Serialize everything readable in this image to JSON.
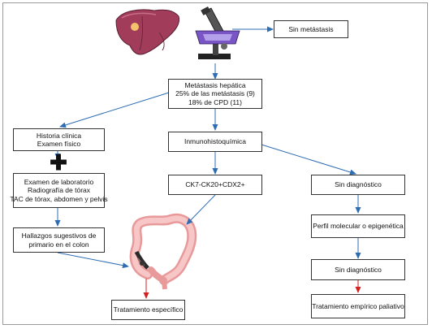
{
  "nodes": {
    "sin_metastasis": {
      "lines": [
        "Sin metástasis"
      ]
    },
    "metastasis_hepatica": {
      "lines": [
        "Metástasis hepática",
        "25% de las metástasis (9)",
        "18% de CPD (11)"
      ]
    },
    "historia_clinica": {
      "lines": [
        "Historia clínica",
        "Examen físico"
      ]
    },
    "plus_sign": "✚",
    "examen_laboratorio": {
      "lines": [
        "Examen de laboratorio",
        "Radiografía de tórax",
        "TAC de tórax, abdomen y pelvis"
      ]
    },
    "hallazgos": {
      "lines": [
        "Hallazgos sugestivos de",
        "primario en el colon"
      ]
    },
    "inmunohistoquimica": {
      "lines": [
        "Inmunohistoquímica"
      ]
    },
    "ck7": {
      "lines": [
        "CK7-CK20+CDX2+"
      ]
    },
    "sin_diagnostico_1": {
      "lines": [
        "Sin diagnóstico"
      ]
    },
    "perfil_molecular": {
      "lines": [
        "Perfil molecular o epigenética"
      ]
    },
    "sin_diagnostico_2": {
      "lines": [
        "Sin diagnóstico"
      ]
    },
    "tratamiento_especifico": {
      "lines": [
        "Tratamiento específico"
      ]
    },
    "tratamiento_empirico": {
      "lines": [
        "Tratamiento empírico paliativo"
      ]
    }
  },
  "colors": {
    "arrow_blue": "#2e6db4",
    "arrow_red": "#d42020",
    "liver": "#a13d5a",
    "colon": "#f2b3b3"
  },
  "icons": [
    "liver-illustration",
    "microscope-illustration",
    "colon-illustration"
  ]
}
